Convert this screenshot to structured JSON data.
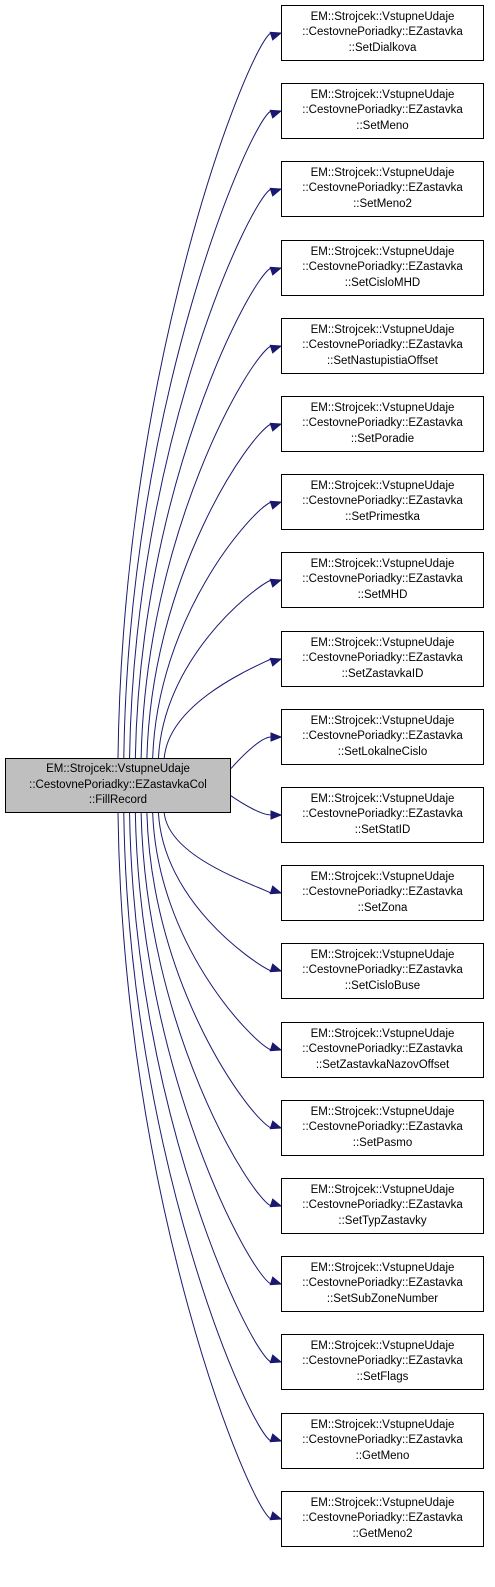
{
  "root": {
    "lines": [
      "EM::Strojcek::VstupneUdaje",
      "::CestovnePoriadky::EZastavkaCol",
      "::FillRecord"
    ]
  },
  "callee_prefix": [
    "EM::Strojcek::VstupneUdaje",
    "::CestovnePoriadky::EZastavka"
  ],
  "callees": [
    "::SetDialkova",
    "::SetMeno",
    "::SetMeno2",
    "::SetCisloMHD",
    "::SetNastupistiaOffset",
    "::SetPoradie",
    "::SetPrimestka",
    "::SetMHD",
    "::SetZastavkaID",
    "::SetLokalneCislo",
    "::SetStatID",
    "::SetZona",
    "::SetCisloBuse",
    "::SetZastavkaNazovOffset",
    "::SetPasmo",
    "::SetTypZastavky",
    "::SetSubZoneNumber",
    "::SetFlags",
    "::GetMeno",
    "::GetMeno2"
  ],
  "colors": {
    "edge": "#191970",
    "root_fill": "#bfbfbf",
    "node_border": "#000000"
  }
}
